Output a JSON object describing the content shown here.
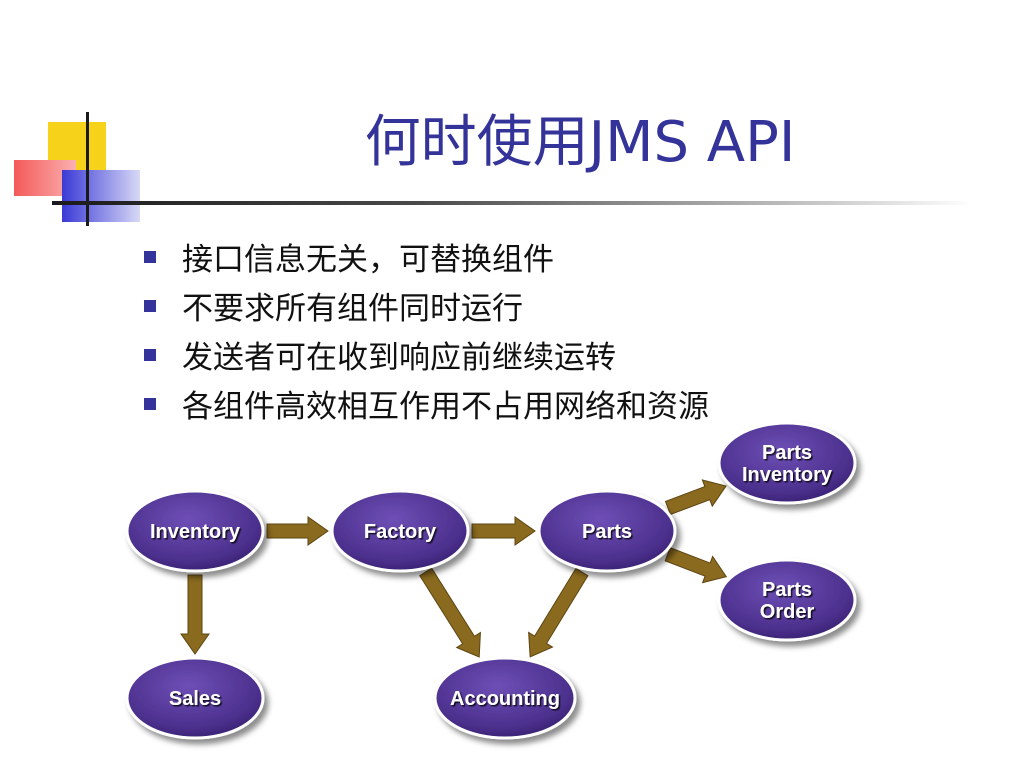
{
  "slide": {
    "title": "何时使用JMS API",
    "bullets": [
      "接口信息无关，可替换组件",
      "不要求所有组件同时运行",
      "发送者可在收到响应前继续运转",
      "各组件高效相互作用不占用网络和资源"
    ]
  },
  "diagram": {
    "nodes": [
      {
        "id": "inventory",
        "lines": [
          "Inventory"
        ]
      },
      {
        "id": "factory",
        "lines": [
          "Factory"
        ]
      },
      {
        "id": "parts",
        "lines": [
          "Parts"
        ]
      },
      {
        "id": "parts-inventory",
        "lines": [
          "Parts",
          "Inventory"
        ]
      },
      {
        "id": "parts-order",
        "lines": [
          "Parts",
          "Order"
        ]
      },
      {
        "id": "sales",
        "lines": [
          "Sales"
        ]
      },
      {
        "id": "accounting",
        "lines": [
          "Accounting"
        ]
      }
    ],
    "edges": [
      {
        "from": "inventory",
        "to": "factory"
      },
      {
        "from": "factory",
        "to": "parts"
      },
      {
        "from": "parts",
        "to": "parts-inventory"
      },
      {
        "from": "parts",
        "to": "parts-order"
      },
      {
        "from": "inventory",
        "to": "sales"
      },
      {
        "from": "factory",
        "to": "accounting"
      },
      {
        "from": "parts",
        "to": "accounting"
      }
    ],
    "colors": {
      "node_fill": "#4b2f8c",
      "node_border": "#ffffff",
      "arrow": "#8a6a1e"
    }
  }
}
